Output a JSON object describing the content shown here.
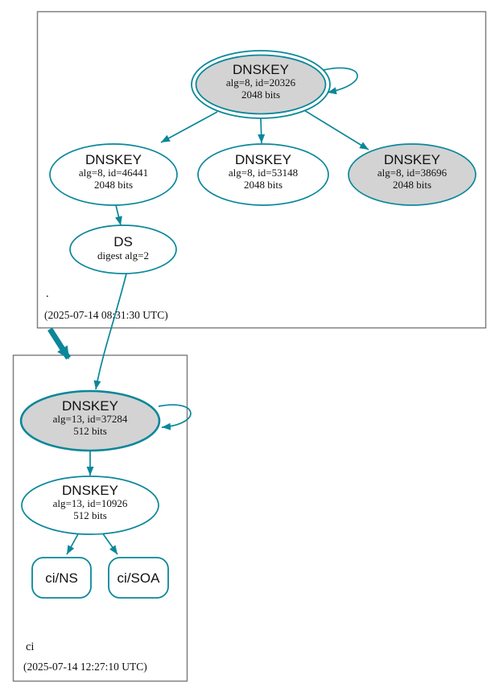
{
  "colors": {
    "accent_teal": "#0a879a",
    "sep_key_fill": "#d3d3d3",
    "node_fill": "#ffffff",
    "zone_border": "#808080"
  },
  "zones": {
    "root": {
      "label": ".",
      "timestamp": "(2025-07-14 08:31:30 UTC)",
      "nodes": {
        "ksk_20326": {
          "title": "DNSKEY",
          "detail1": "alg=8, id=20326",
          "detail2": "2048 bits"
        },
        "zsk_46441": {
          "title": "DNSKEY",
          "detail1": "alg=8, id=46441",
          "detail2": "2048 bits"
        },
        "zsk_53148": {
          "title": "DNSKEY",
          "detail1": "alg=8, id=53148",
          "detail2": "2048 bits"
        },
        "ksk_38696": {
          "title": "DNSKEY",
          "detail1": "alg=8, id=38696",
          "detail2": "2048 bits"
        },
        "ds": {
          "title": "DS",
          "detail1": "digest alg=2"
        }
      }
    },
    "ci": {
      "label": "ci",
      "timestamp": "(2025-07-14 12:27:10 UTC)",
      "nodes": {
        "ksk_37284": {
          "title": "DNSKEY",
          "detail1": "alg=13, id=37284",
          "detail2": "512 bits"
        },
        "zsk_10926": {
          "title": "DNSKEY",
          "detail1": "alg=13, id=10926",
          "detail2": "512 bits"
        },
        "rrset_ns": {
          "label": "ci/NS"
        },
        "rrset_soa": {
          "label": "ci/SOA"
        }
      }
    }
  }
}
